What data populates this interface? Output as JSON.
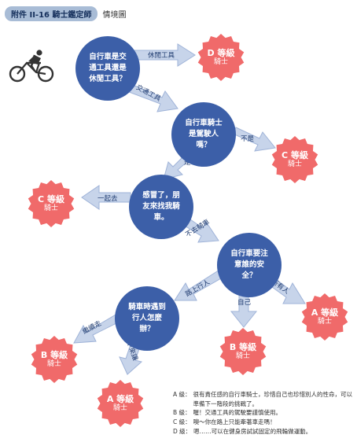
{
  "header": {
    "tag": "附件 II-16 騎士鑑定師",
    "subtitle": "情境圖"
  },
  "questions": {
    "q1": "自行車是交\n通工具還是\n休閒工具？",
    "q2": "自行車騎士\n是駕駛人\n嗎？",
    "q3": "感冒了，朋\n友來找我騎\n車。",
    "q4": "自行車要注\n意誰的安\n全？",
    "q5": "騎車時遇到\n行人怎麼\n辦？"
  },
  "branches": {
    "leisure": "休閒工具",
    "transport": "交通工具",
    "not_driver": "不是",
    "is_driver": "是",
    "go_together": "一起去",
    "stay_home": "不去騎車",
    "pedestrian": "路上行人",
    "self": "自己",
    "everyone": "所有人",
    "keep_going": "繼續走",
    "stop_yield": "停下來讓"
  },
  "grades": {
    "d1": "D 等級",
    "c1": "C 等級",
    "c2": "C 等級",
    "b1": "B 等級",
    "a1": "A 等級",
    "b2": "B 等級",
    "a2": "A 等級",
    "knight": "騎士"
  },
  "legend": {
    "items": [
      {
        "level": "A 級：",
        "text": "很有責任感的自行車騎士，珍惜自己也珍惜別人的性命，可以準備下一階段的挑戰了。"
      },
      {
        "level": "B 級：",
        "text": "喔！交通工具的駕駛要謹慎使用。"
      },
      {
        "level": "C 級：",
        "text": "噢～你在路上只能牽著車走嗎！"
      },
      {
        "level": "D 級：",
        "text": "嗯……可以在健身房試試固定的飛輪做運動。"
      }
    ]
  },
  "colors": {
    "question": "#3c5fa8",
    "badge": "#f06a6a",
    "arrow": "#c7d4ea",
    "arrow_stroke": "#9fb3d8"
  },
  "icons": {
    "cyclist": "cyclist-icon"
  }
}
